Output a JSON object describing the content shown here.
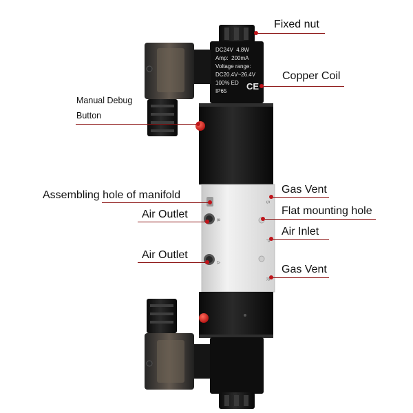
{
  "labels": {
    "fixed_nut": "Fixed nut",
    "copper_coil": "Copper Coil",
    "manual_debug_1": "Manual Debug",
    "manual_debug_2": "Button",
    "assembling_hole": "Assembling hole of manifold",
    "gas_vent_top": "Gas Vent",
    "flat_mounting_hole": "Flat mounting hole",
    "air_outlet_b": "Air Outlet",
    "air_inlet": "Air Inlet",
    "air_outlet_a": "Air Outlet",
    "gas_vent_bottom": "Gas Vent"
  },
  "coil_plate": {
    "line1_a": "DC24V",
    "line1_b": "4.8W",
    "line2_a": "Amp:",
    "line2_b": "200mA",
    "line3": "Voltage range:",
    "line4": "DC20.4V~26.4V",
    "line5": "100% ED",
    "line6": "IP65",
    "mark": "CE"
  },
  "ports": {
    "s": "S",
    "b": "B",
    "p": "P",
    "a": "A",
    "r": "R"
  },
  "colors": {
    "accent": "#c0141a",
    "leader": "#8a1010",
    "body": "#161616",
    "aluminium": "#e6e6e6"
  }
}
